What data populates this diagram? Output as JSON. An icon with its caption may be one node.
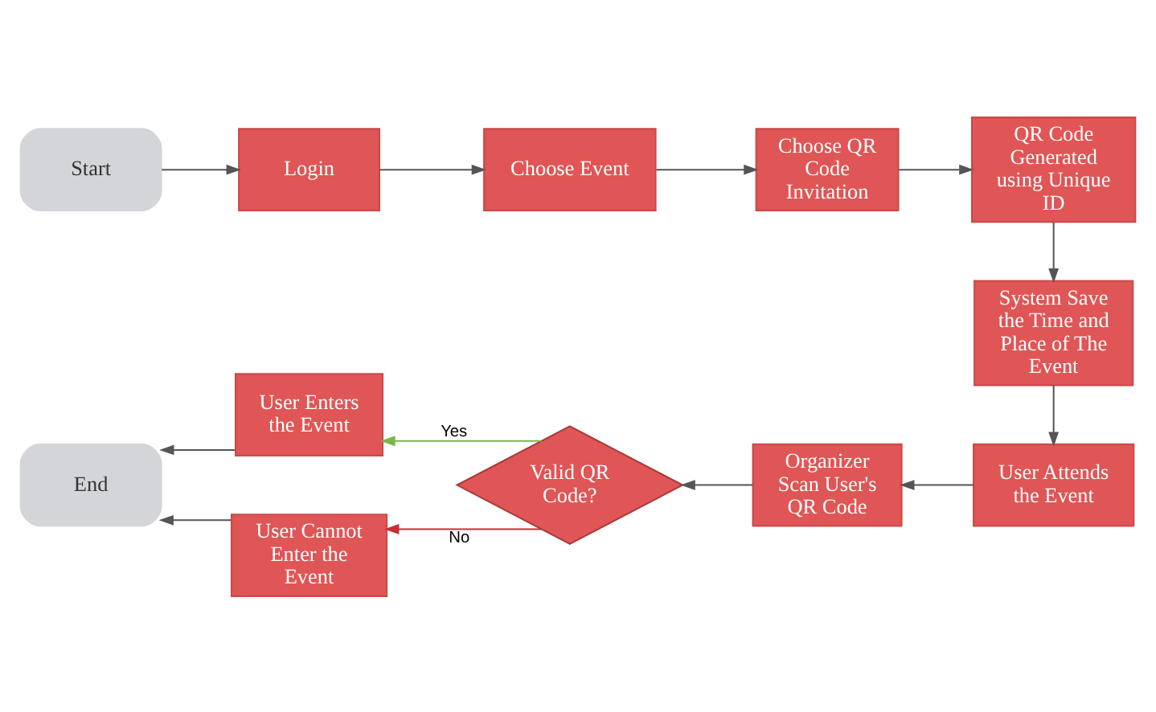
{
  "diagram": {
    "nodes": [
      {
        "text": [
          "Start"
        ]
      },
      {
        "text": [
          "Login"
        ]
      },
      {
        "text": [
          "Choose Event"
        ]
      },
      {
        "text": [
          "Choose QR Code Invitation"
        ]
      },
      {
        "text": [
          "QR Code Generated using Unique ID"
        ]
      },
      {
        "text": [
          "System Save the Time and Place of The Event"
        ]
      },
      {
        "text": [
          "User Attends the Event"
        ]
      },
      {
        "text": [
          "Organizer Scan User's QR Code"
        ]
      },
      {
        "text": [
          "Valid QR Code?"
        ]
      },
      {
        "text": [
          "User Enters the Event"
        ]
      },
      {
        "text": [
          "End"
        ]
      },
      {
        "text": [
          "User Cannot Enter the Event"
        ]
      }
    ],
    "edges": [
      {
        "from": 0,
        "to": 1,
        "arrow": "to"
      },
      {
        "from": 1,
        "to": 2,
        "arrow": "to"
      },
      {
        "from": 2,
        "to": 3,
        "arrow": "to"
      },
      {
        "from": 3,
        "to": 4,
        "arrow": "to"
      },
      {
        "from": 4,
        "to": 5,
        "arrow": "to"
      },
      {
        "from": 5,
        "to": 6,
        "arrow": "to"
      },
      {
        "from": 6,
        "to": 7,
        "arrow": "to"
      },
      {
        "from": 7,
        "to": 8,
        "arrow": "to"
      },
      {
        "from": 8,
        "to": 9,
        "arrow": "to",
        "label": "Yes",
        "color": "#7ab648"
      },
      {
        "from": 9,
        "to": 10,
        "arrow": "to"
      },
      {
        "from": 8,
        "to": 11,
        "arrow": "to",
        "label": "No",
        "color": "#c92d39"
      },
      {
        "from": 11,
        "to": 10,
        "arrow": "to"
      }
    ]
  }
}
